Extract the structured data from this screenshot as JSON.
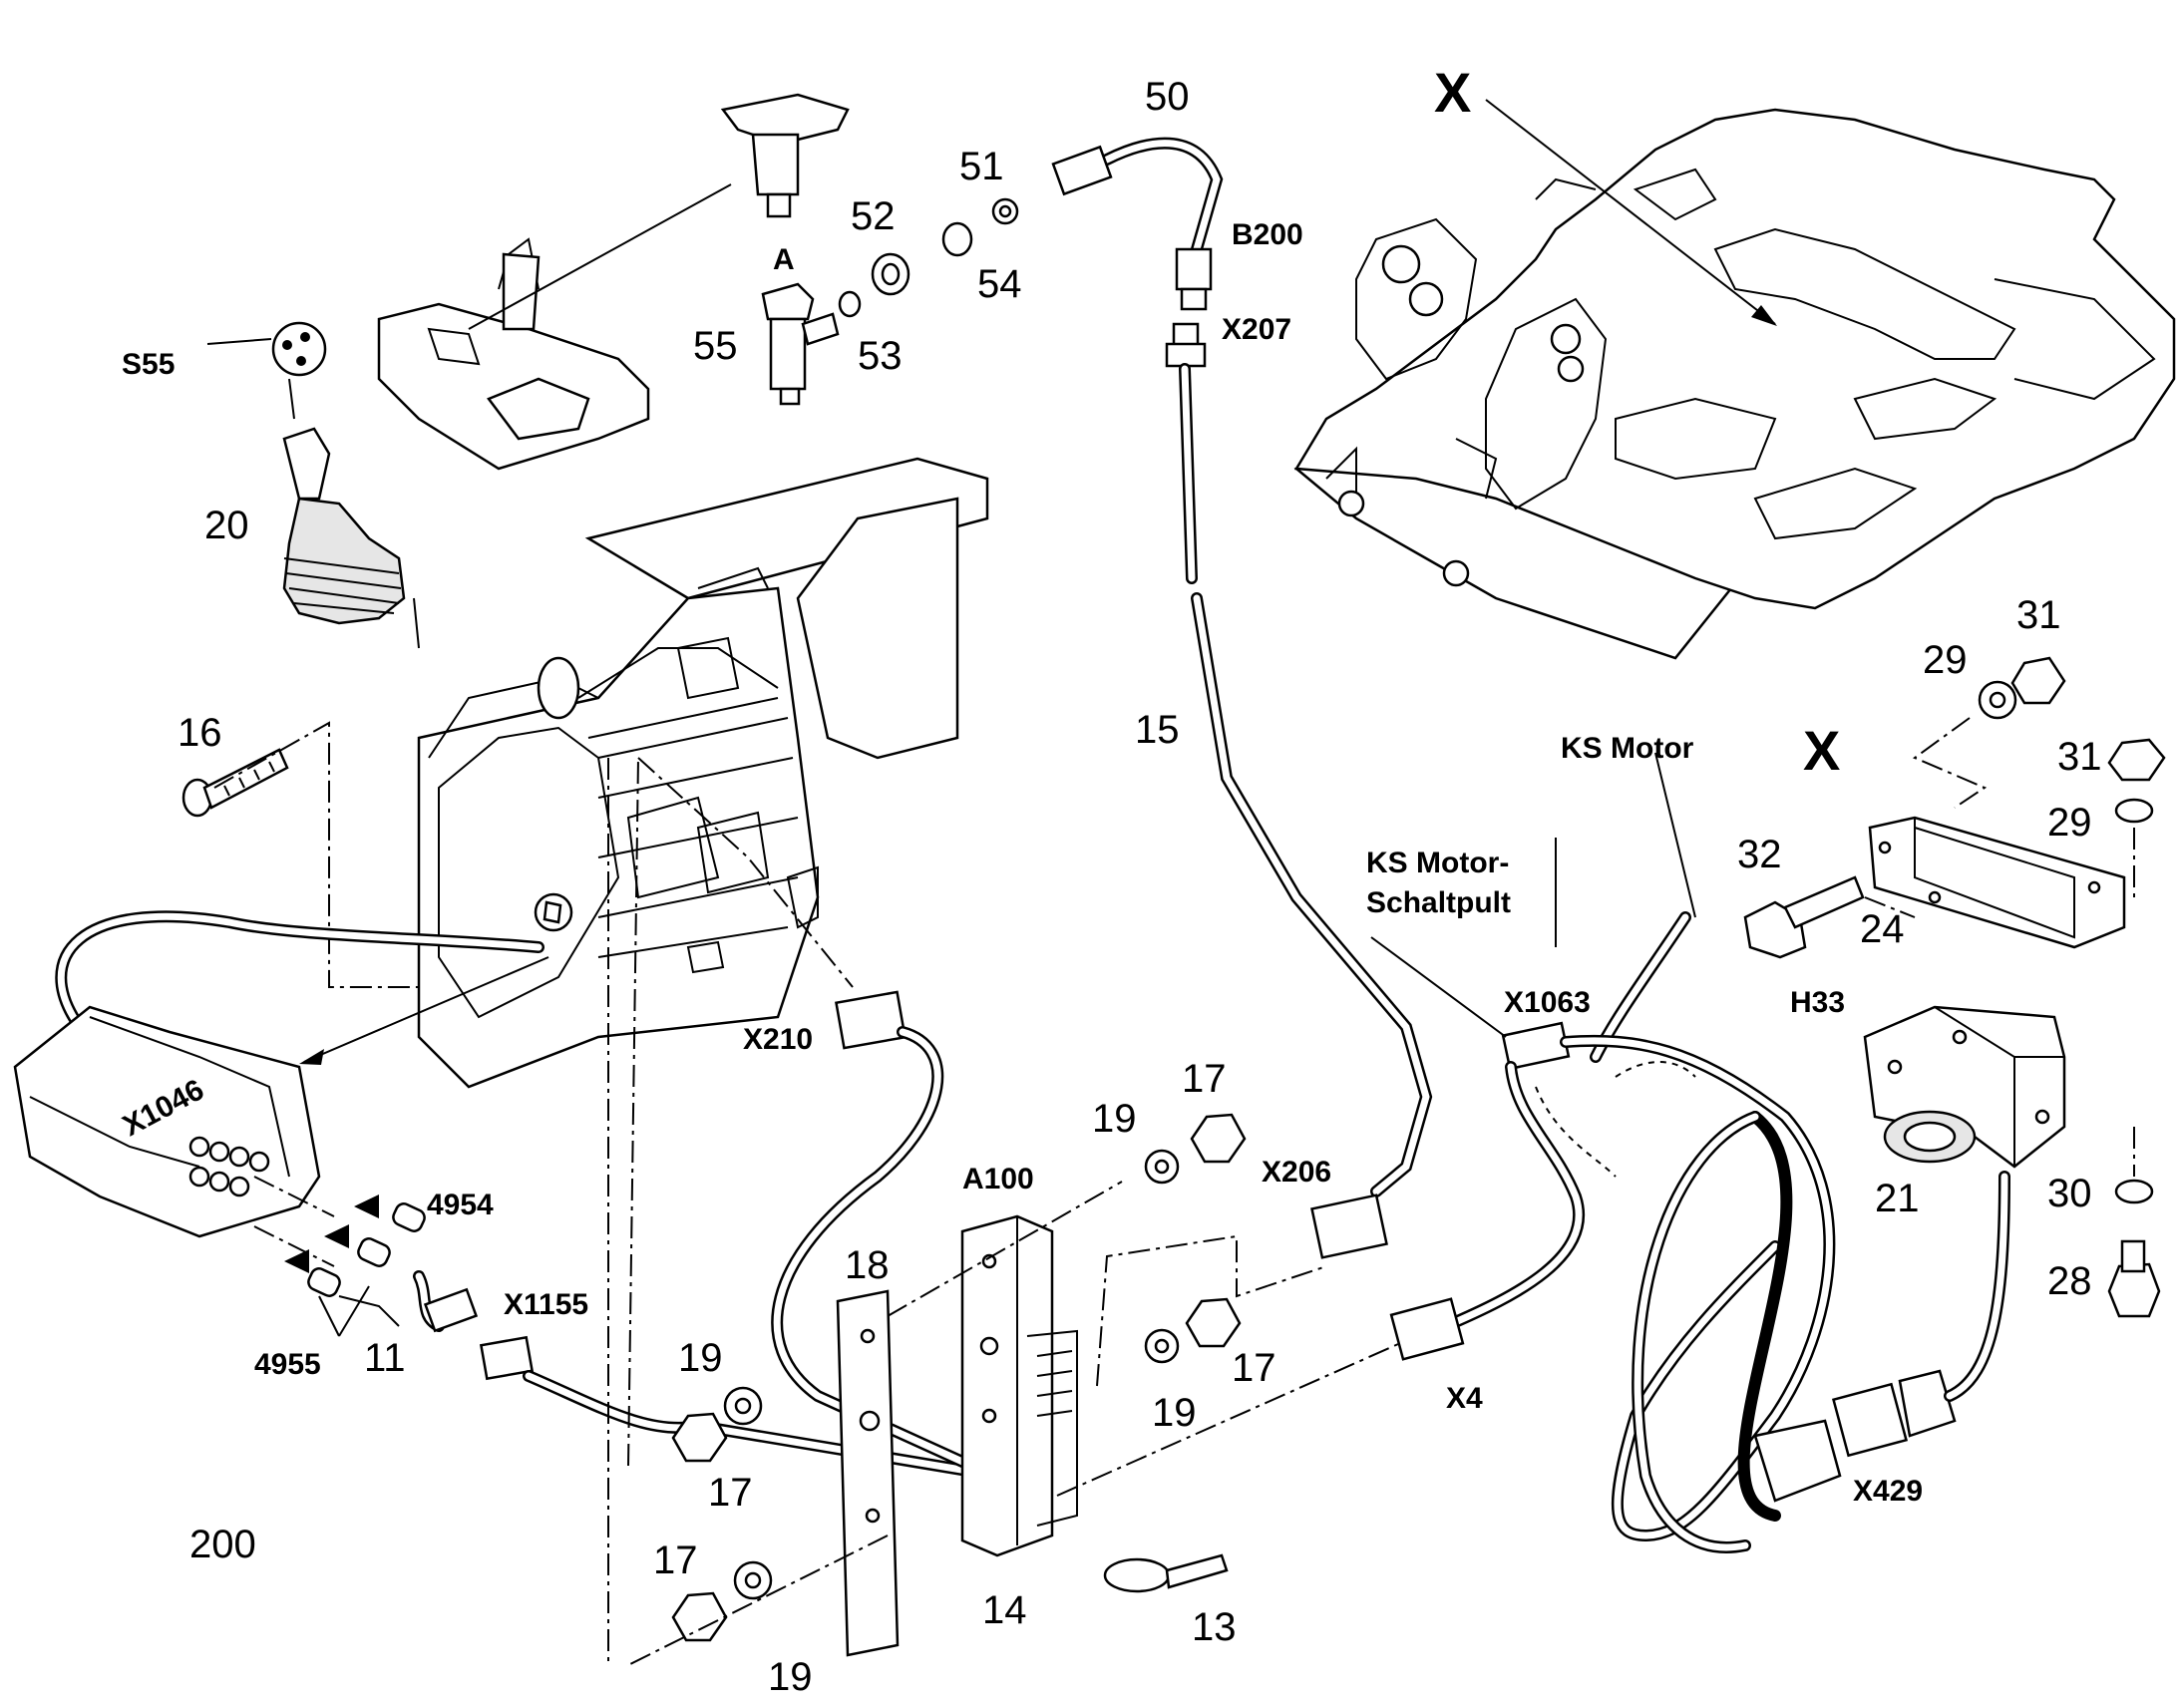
{
  "diagram": {
    "callouts": {
      "n50": "50",
      "n51": "51",
      "n52": "52",
      "n53": "53",
      "n54": "54",
      "n55": "55",
      "A": "A",
      "B200": "B200",
      "X207": "X207",
      "S55": "S55",
      "n20": "20",
      "n16": "16",
      "n15": "15",
      "X_top": "X",
      "X_right": "X",
      "KS_Motor": "KS Motor",
      "KS_Motor_Schaltpult_1": "KS Motor-",
      "KS_Motor_Schaltpult_2": "Schaltpult",
      "n31a": "31",
      "n29a": "29",
      "n31b": "31",
      "n29b": "29",
      "n32": "32",
      "n24": "24",
      "X1063": "X1063",
      "H33": "H33",
      "n21": "21",
      "n30": "30",
      "n28": "28",
      "X429": "X429",
      "X4": "X4",
      "X206": "X206",
      "X210": "X210",
      "A100": "A100",
      "n17a": "17",
      "n19a": "19",
      "n18": "18",
      "n19b": "19",
      "n17b": "17",
      "n19c": "19",
      "n17c": "17",
      "n17d": "17",
      "n19d": "19",
      "n14": "14",
      "n13": "13",
      "X1046": "X1046",
      "n4954": "4954",
      "X1155": "X1155",
      "n4955": "4955",
      "n11": "11",
      "n200": "200"
    }
  }
}
